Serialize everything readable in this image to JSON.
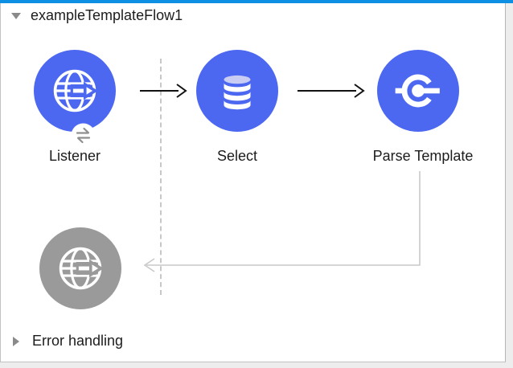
{
  "flow": {
    "title": "exampleTemplateFlow1",
    "state": "expanded"
  },
  "nodes": [
    {
      "label": "Listener",
      "icon": "http-listener-globe-icon",
      "badge": "message-exchange-icon",
      "state": "enabled"
    },
    {
      "label": "Select",
      "icon": "database-icon",
      "state": "enabled"
    },
    {
      "label": "Parse Template",
      "icon": "mule-core-icon",
      "state": "enabled"
    },
    {
      "label": "",
      "icon": "http-request-globe-icon",
      "state": "disabled"
    }
  ],
  "connections": [
    {
      "from": "Listener",
      "to": "Select",
      "style": "solid-black-arrow"
    },
    {
      "from": "Select",
      "to": "Parse Template",
      "style": "solid-black-arrow"
    },
    {
      "from": "Parse Template",
      "to": "disabled-http-node",
      "style": "light-gray-elbow-arrow"
    }
  ],
  "error_handling": {
    "title": "Error handling",
    "state": "collapsed"
  },
  "colors": {
    "accent_bar": "#0d90e3",
    "node_blue": "#4d68f0",
    "node_gray": "#9a9a9a",
    "db_top": "#c9cdf4",
    "dashed_guide": "#c8c8c8",
    "gray_connector": "#c9c9c9",
    "arrow_black": "#111111",
    "label_text": "#1c1c1c",
    "border": "#c2c2c2",
    "gutter": "#ededed",
    "triangle": "#8a8a8a",
    "badge_glyph": "#8f8f8f"
  }
}
